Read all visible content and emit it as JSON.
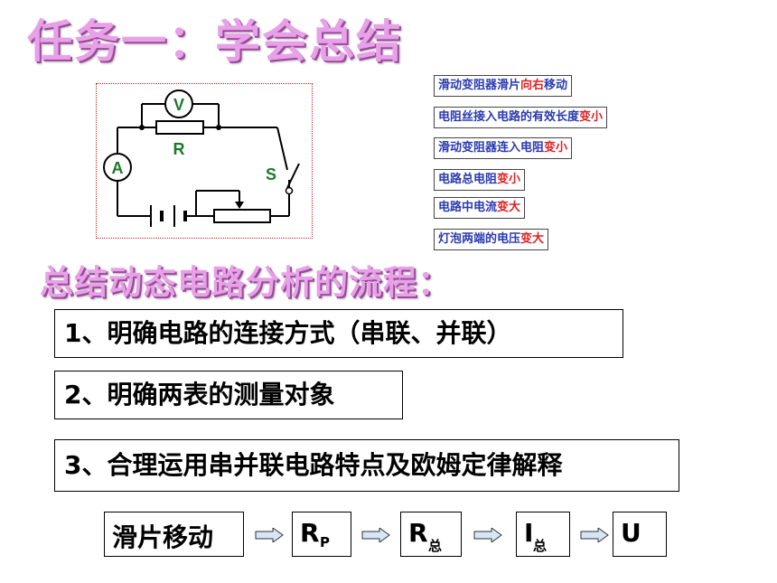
{
  "title": "任务一：学会总结",
  "circuit": {
    "voltmeter_label": "V",
    "ammeter_label": "A",
    "resistor_label": "R",
    "switch_label": "S"
  },
  "chain": [
    {
      "text": "滑动变阻器滑片",
      "highlight": "向右",
      "tail": "移动"
    },
    {
      "text": "电阻丝接入电路的有效长度",
      "highlight": "变小",
      "tail": ""
    },
    {
      "text": "滑动变阻器连入电阻",
      "highlight": "变小",
      "tail": ""
    },
    {
      "text": "电路总电阻",
      "highlight": "变小",
      "tail": ""
    },
    {
      "text": "电路中电流",
      "highlight": "变大",
      "tail": ""
    },
    {
      "text": "灯泡两端的电压",
      "highlight": "变大",
      "tail": ""
    }
  ],
  "subtitle": "总结动态电路分析的流程：",
  "steps": [
    "1、明确电路的连接方式（串联、并联）",
    "2、明确两表的测量对象",
    "3、合理运用串并联电路特点及欧姆定律解释"
  ],
  "flow": [
    {
      "main": "滑片移动",
      "sub": ""
    },
    {
      "main": "R",
      "sub": "P"
    },
    {
      "main": "R",
      "sub": "总"
    },
    {
      "main": "I",
      "sub": "总"
    },
    {
      "main": "U",
      "sub": ""
    }
  ]
}
